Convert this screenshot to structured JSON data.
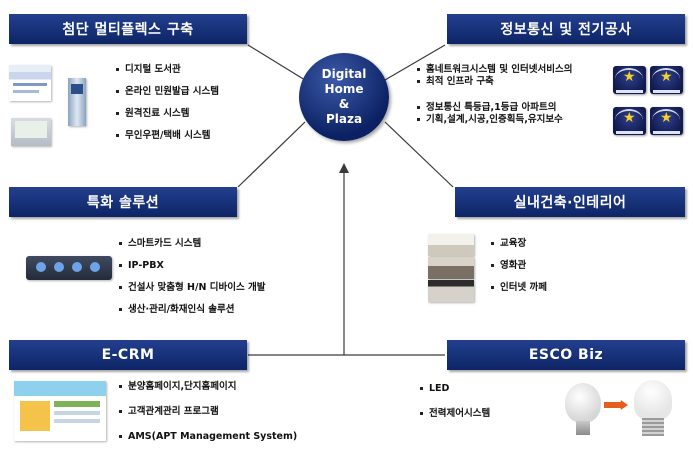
{
  "hub": {
    "line1": "Digital",
    "line2": "Home",
    "line3": "&",
    "line4": "Plaza"
  },
  "sections": {
    "multiplex": {
      "title": "첨단 멀티플렉스 구축",
      "items": [
        "디지털 도서관",
        "온라인 민원발급 시스템",
        "원격진료 시스템",
        "무인우편/택배 시스템"
      ]
    },
    "telecom": {
      "title": "정보통신 및 전기공사",
      "items": [
        "홈네트워크시스템 및 인터넷서비스의",
        "최적 인프라 구축",
        "정보통신 특등급,1등급 아파트의",
        "기획,설계,시공,인증획득,유지보수"
      ]
    },
    "special": {
      "title": "특화 솔루션",
      "items": [
        "스마트카드 시스템",
        "IP-PBX",
        "건설사 맞춤형 H/N 디바이스 개발",
        "생산·관리/화재인식 솔루션"
      ]
    },
    "interior": {
      "title": "실내건축·인테리어",
      "items": [
        "교육장",
        "영화관",
        "인터넷 까페"
      ]
    },
    "ecrm": {
      "title": "E-CRM",
      "items": [
        "분양홈페이지,단지홈페이지",
        "고객관계관리 프로그램",
        "AMS(APT Management System)"
      ]
    },
    "esco": {
      "title": "ESCO Biz",
      "items": [
        "LED",
        "전력제어시스템"
      ]
    }
  },
  "colors": {
    "header": "#0d2566",
    "hub": "#0b2163",
    "connector": "#3a3a3a"
  }
}
